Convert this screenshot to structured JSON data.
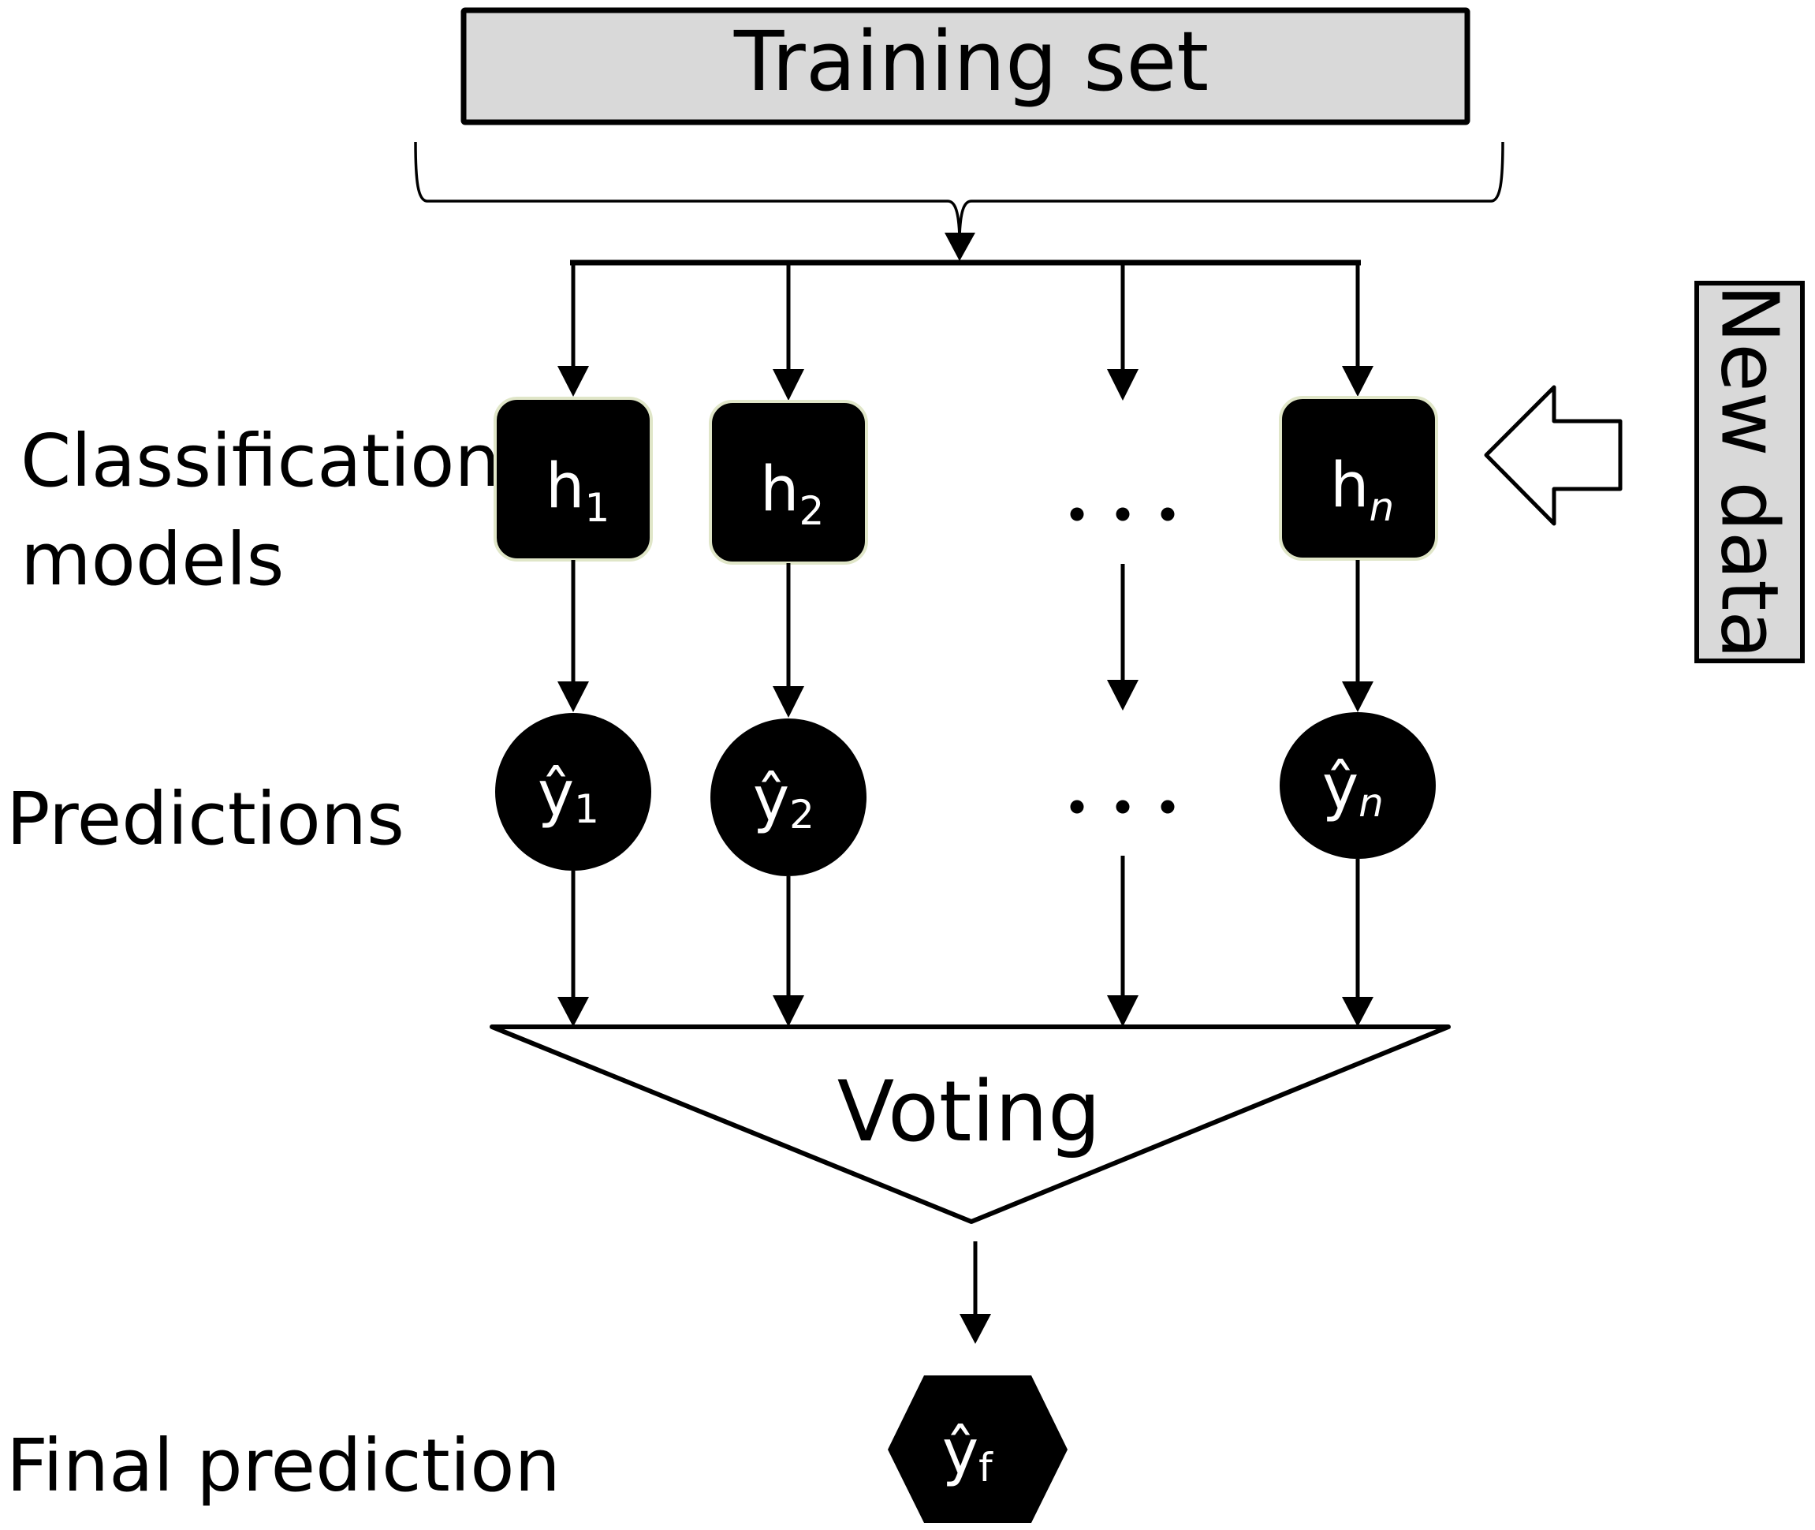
{
  "title": "Majority voting ensemble of classifiers",
  "training_set": {
    "label": "Training set"
  },
  "new_data": {
    "label": "New data"
  },
  "row_labels": {
    "models_line1": "Classification",
    "models_line2": "models",
    "predictions": "Predictions",
    "final": "Final prediction"
  },
  "voting": {
    "label": "Voting"
  },
  "ellipsis": "...",
  "models": [
    {
      "base": "h",
      "sub": "1",
      "sub_italic": false
    },
    {
      "base": "h",
      "sub": "2",
      "sub_italic": false
    },
    {
      "base": "h",
      "sub": "n",
      "sub_italic": true
    }
  ],
  "predictions": [
    {
      "base": "ŷ",
      "sub": "1",
      "sub_italic": false
    },
    {
      "base": "ŷ",
      "sub": "2",
      "sub_italic": false
    },
    {
      "base": "ŷ",
      "sub": "n",
      "sub_italic": true
    }
  ],
  "final_prediction": {
    "base": "ŷ",
    "sub": "f",
    "sub_italic": false
  },
  "colors": {
    "node_fill": "#000000",
    "node_border": "#e0e6c8",
    "label_box_fill": "#d9d9d9",
    "line": "#000000",
    "symbol_text": "#ffffff"
  }
}
